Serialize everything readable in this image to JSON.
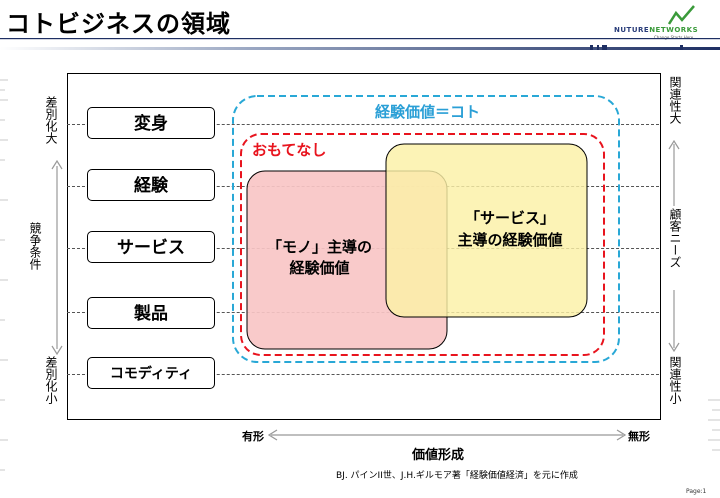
{
  "title": "コトビジネスの領域",
  "logo": {
    "brand_main": "NUTURE",
    "brand_accent": "NETWORKS",
    "tagline": "Change Starts Here"
  },
  "rows": [
    {
      "label": "変身"
    },
    {
      "label": "経験"
    },
    {
      "label": "サービス"
    },
    {
      "label": "製品"
    },
    {
      "label": "コモディティ"
    }
  ],
  "left_axis": {
    "top": "差別化大",
    "middle": "競争条件",
    "bottom": "差別化小"
  },
  "right_axis": {
    "top": "関連性大",
    "middle": "顧客ニーズ",
    "bottom": "関連性小"
  },
  "regions": {
    "koto": "経験価値＝コト",
    "omotenashi": "おもてなし",
    "mono_line1": "「モノ」主導の",
    "mono_line2": "経験価値",
    "service_line1": "「サービス」",
    "service_line2": "主導の経験価値"
  },
  "bottom_axis": {
    "left": "有形",
    "right": "無形",
    "label": "価値形成"
  },
  "source": "BJ. パインII世、J.H.ギルモア著「経験価値経済」を元に作成",
  "page": "Page:1",
  "colors": {
    "koto_border": "#29a8d6",
    "koto_text": "#2a9fd6",
    "omotenashi_border": "#e8141e",
    "omotenashi_text": "#e8141e",
    "mono_fill": "#f9c6c6",
    "service_fill": "#fbf0a6"
  }
}
